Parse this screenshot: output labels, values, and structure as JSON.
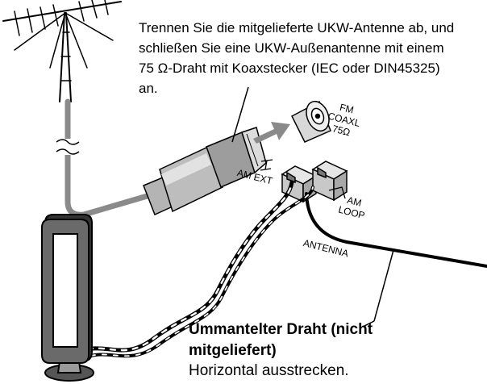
{
  "callout": {
    "line1": "Trennen Sie die mitgelieferte UKW-Antenne ab, und",
    "line2": "schließen Sie eine UKW-Außenantenne mit einem",
    "line3": "75 Ω-Draht mit Koaxstecker (IEC oder DIN45325)",
    "line4": "an."
  },
  "fm_terminal": {
    "line1": "FM",
    "line2": "COAXL",
    "line3": "75Ω"
  },
  "am_ext": "AM EXT",
  "am_loop": {
    "line1": "AM",
    "line2": "LOOP"
  },
  "antenna_label": "ANTENNA",
  "wire": {
    "title_line1": "Ummantelter Draht (nicht",
    "title_line2": "mitgeliefert)",
    "note": "Horizontal ausstrecken."
  },
  "colors": {
    "ink": "#000000",
    "grey": "#8a8a8a",
    "light_grey": "#d4d4d4",
    "paper": "#ffffff"
  }
}
